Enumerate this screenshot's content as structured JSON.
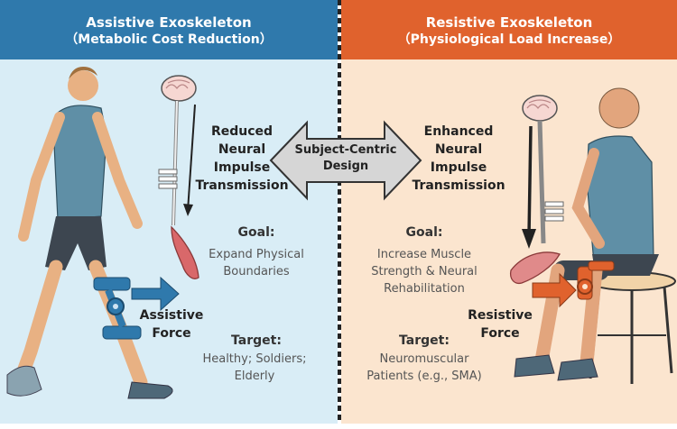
{
  "left": {
    "title": "Assistive Exoskeleton",
    "subtitle": "（Metabolic Cost Reduction）",
    "neural": [
      "Reduced",
      "Neural",
      "Impulse",
      "Transmission"
    ],
    "goal_label": "Goal:",
    "goal_text": [
      "Expand Physical",
      "Boundaries"
    ],
    "force": [
      "Assistive",
      "Force"
    ],
    "target_label": "Target:",
    "target_text": [
      "Healthy; Soldiers;",
      "Elderly"
    ],
    "accent": "#2f79ac"
  },
  "right": {
    "title": "Resistive Exoskeleton",
    "subtitle": "（Physiological Load Increase）",
    "neural": [
      "Enhanced",
      "Neural",
      "Impulse",
      "Transmission"
    ],
    "goal_label": "Goal:",
    "goal_text": [
      "Increase Muscle",
      "Strength & Neural",
      "Rehabilitation"
    ],
    "force": [
      "Resistive",
      "Force"
    ],
    "target_label": "Target:",
    "target_text": [
      "Neuromuscular",
      "Patients (e.g., SMA)"
    ],
    "accent": "#e0622d"
  },
  "center": {
    "label": [
      "Subject-Centric",
      "Design"
    ]
  },
  "icons": [
    "brain-icon",
    "spinal-cord-icon",
    "muscle-icon",
    "walking-person",
    "seated-person",
    "knee-exoskeleton"
  ]
}
